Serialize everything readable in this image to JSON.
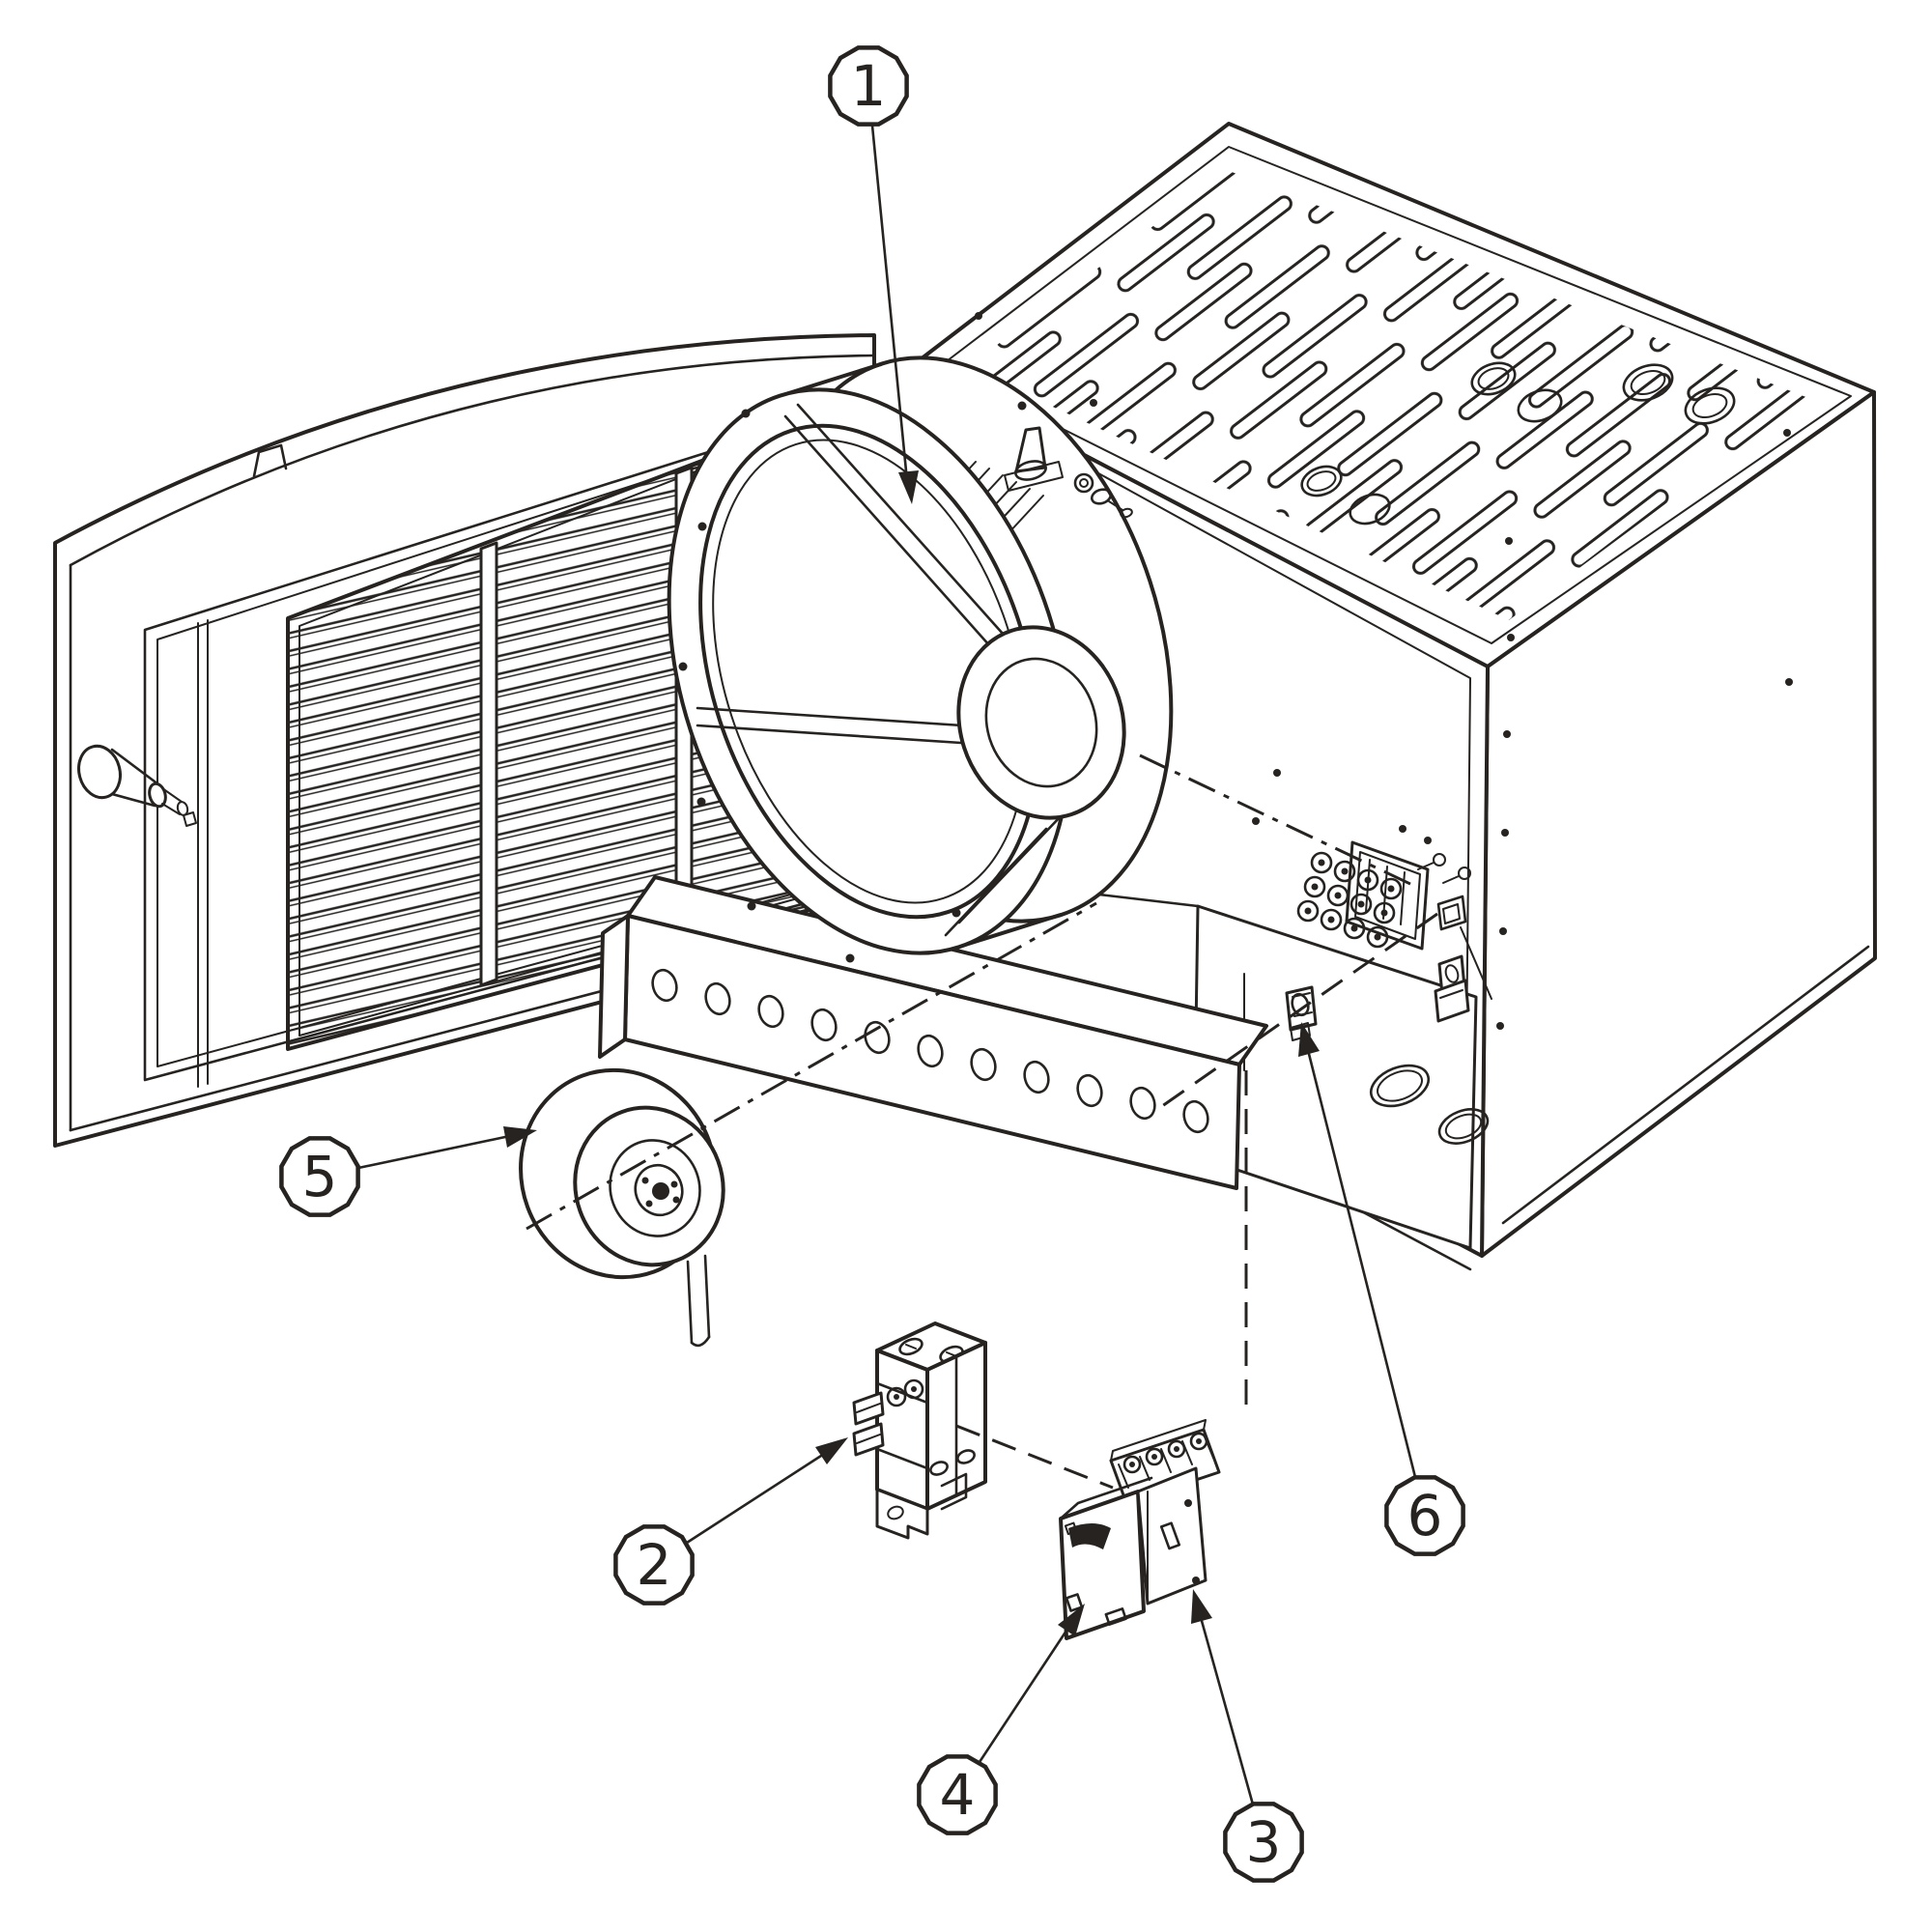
{
  "drawing": {
    "colors": {
      "line": "#262321",
      "background": "#ffffff"
    }
  },
  "callouts": [
    {
      "number": "1"
    },
    {
      "number": "2"
    },
    {
      "number": "3"
    },
    {
      "number": "4"
    },
    {
      "number": "5"
    },
    {
      "number": "6"
    }
  ]
}
